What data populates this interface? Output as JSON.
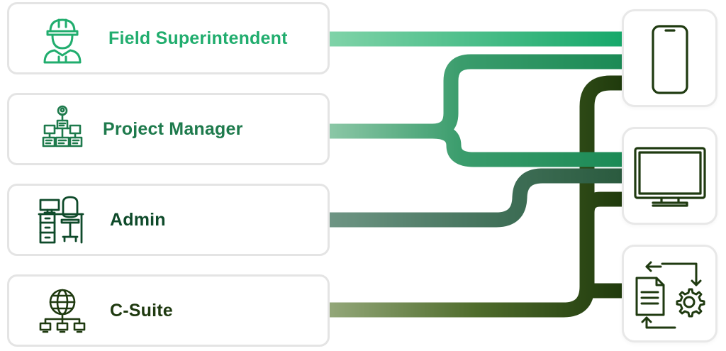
{
  "roles": [
    {
      "label": "Field Superintendent",
      "icon": "construction-worker-icon",
      "color": "#21ad6e"
    },
    {
      "label": "Project Manager",
      "icon": "org-chart-icon",
      "color": "#1e7a4c"
    },
    {
      "label": "Admin",
      "icon": "office-desk-icon",
      "color": "#0e4a2a"
    },
    {
      "label": "C-Suite",
      "icon": "global-network-icon",
      "color": "#1f3a10"
    }
  ],
  "devices": [
    {
      "icon": "mobile-phone-icon"
    },
    {
      "icon": "desktop-monitor-icon"
    },
    {
      "icon": "integration-settings-icon"
    }
  ],
  "colors": {
    "field_superintendent": "#16a86a",
    "project_manager": "#1f8f5a",
    "admin": "#2e5e48",
    "c_suite": "#273f0e",
    "card_border": "#e4e4e4"
  }
}
